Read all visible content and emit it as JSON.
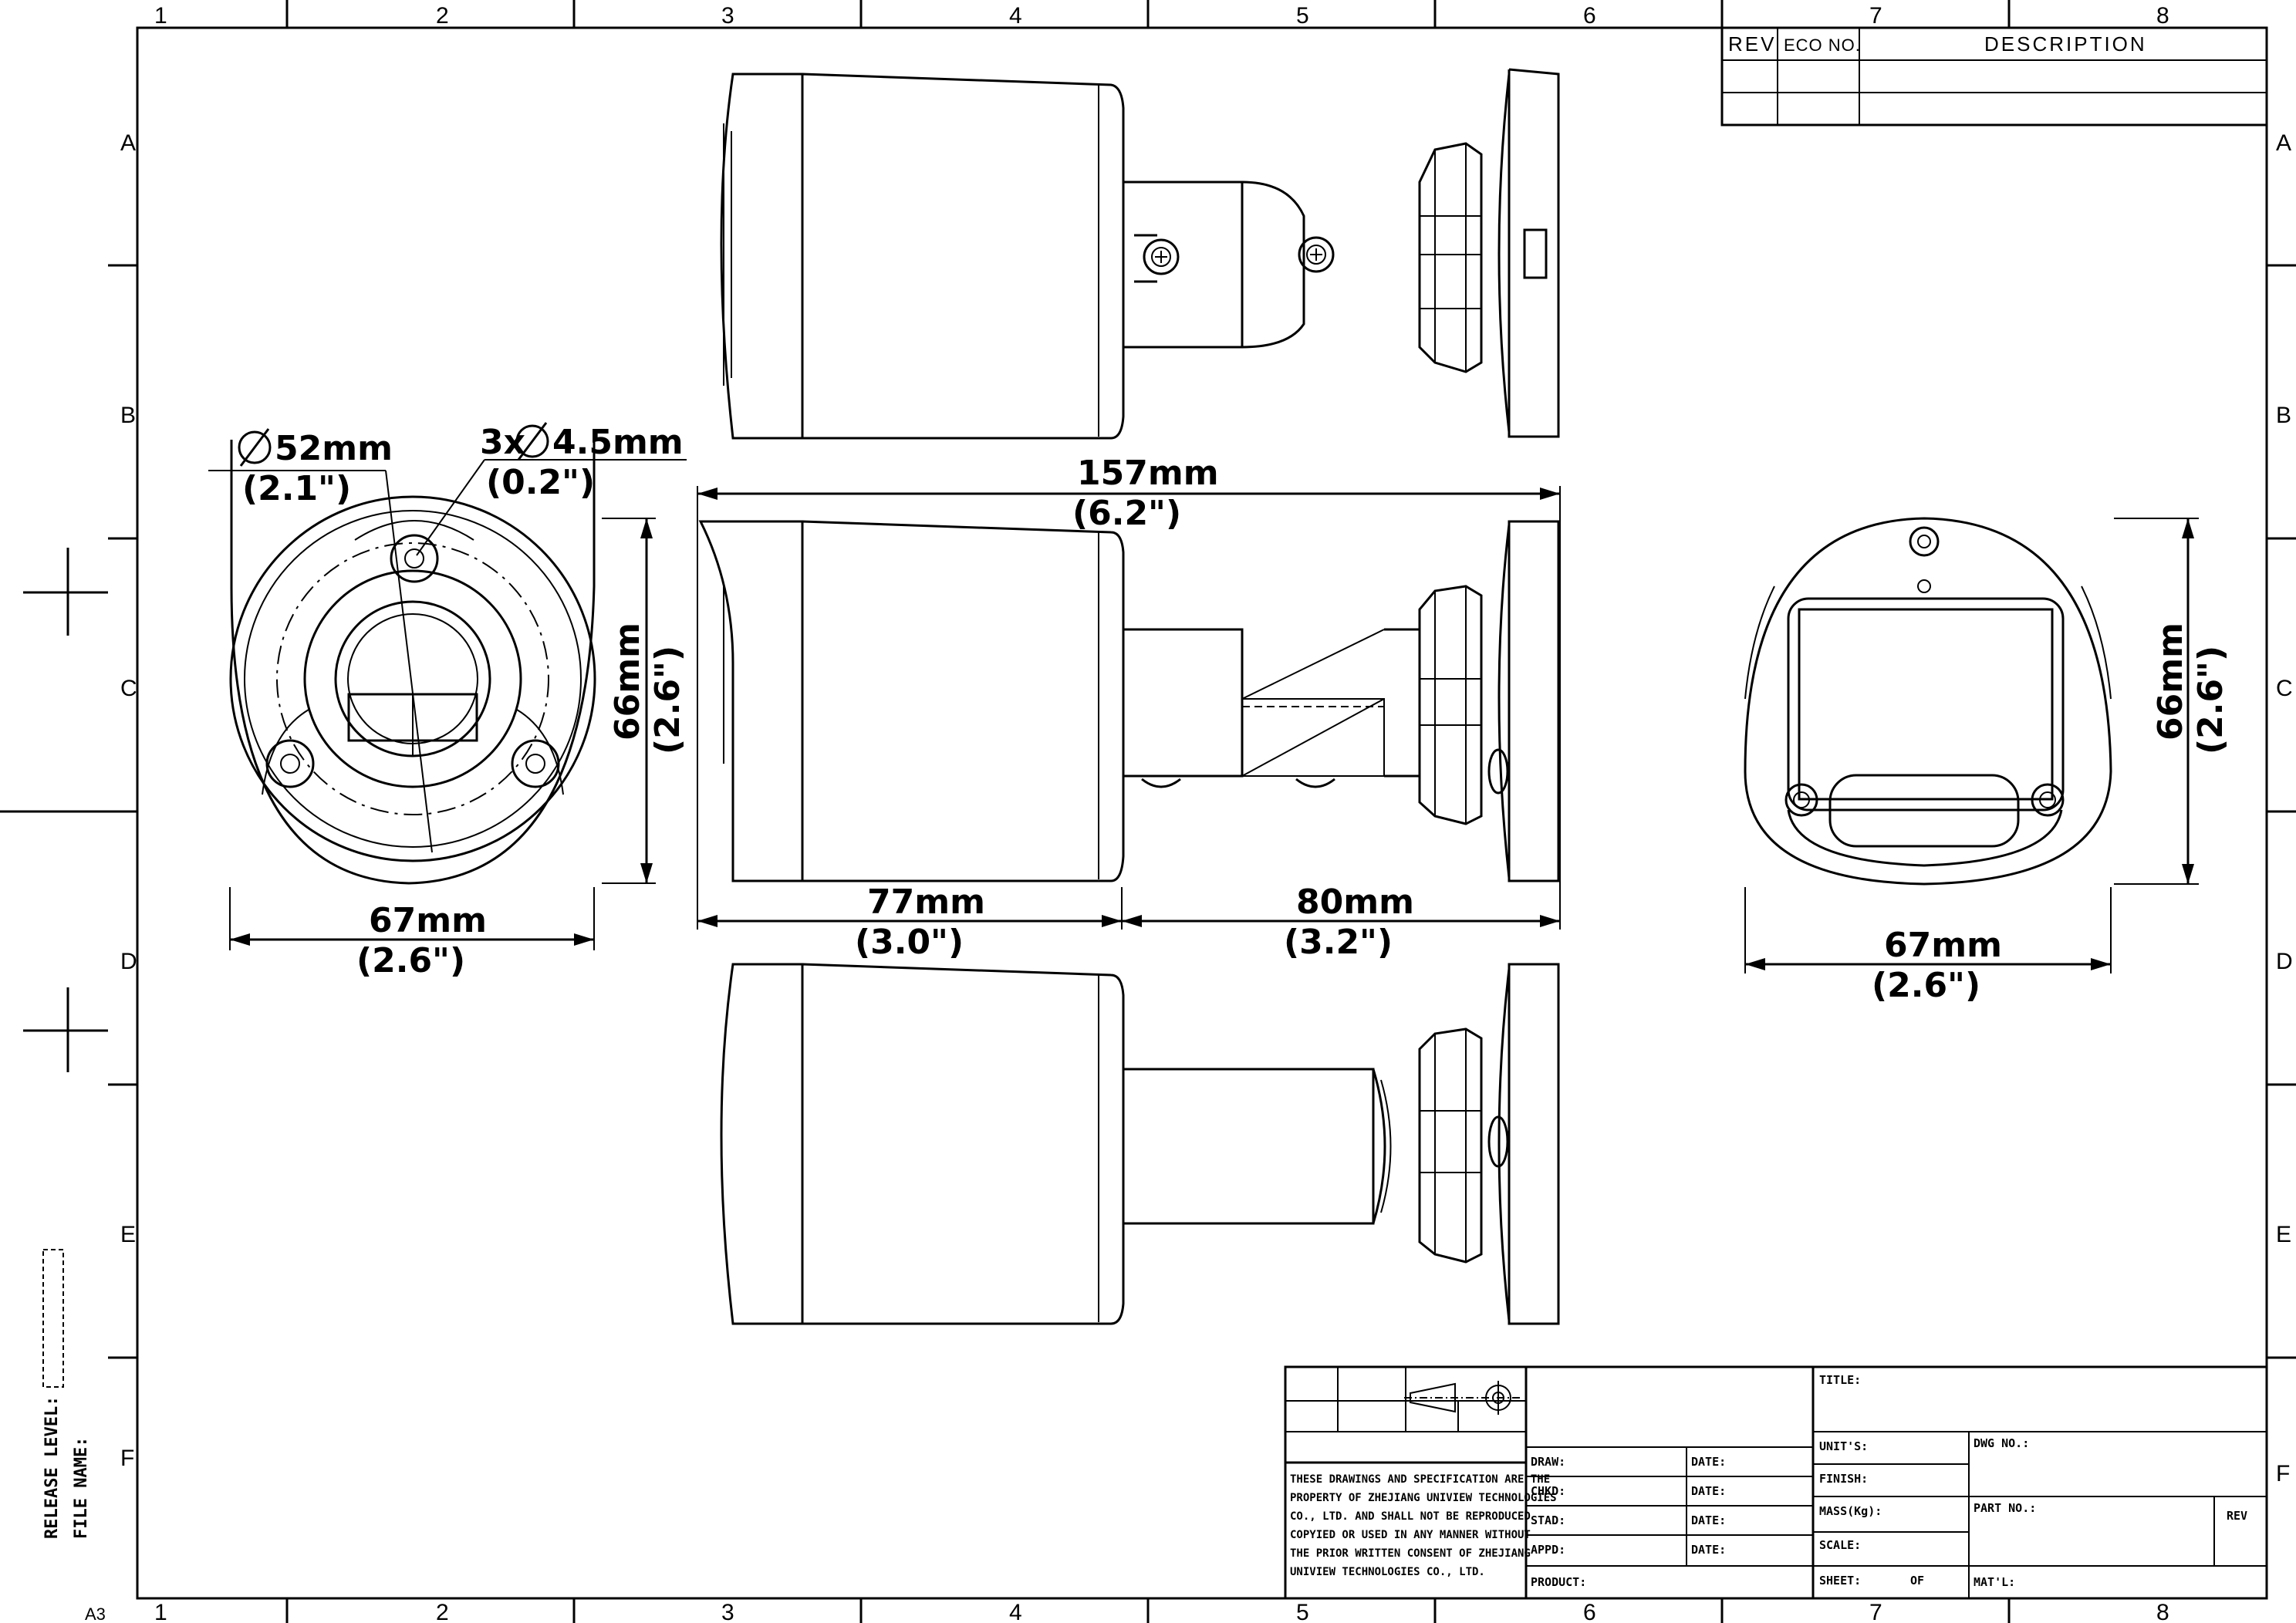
{
  "frame": {
    "columns": [
      "1",
      "2",
      "3",
      "4",
      "5",
      "6",
      "7",
      "8"
    ],
    "rows": [
      "A",
      "B",
      "C",
      "D",
      "E",
      "F"
    ],
    "sheet_size": "A3"
  },
  "revision_table": {
    "headers": [
      "REV",
      "ECO NO.",
      "DESCRIPTION"
    ]
  },
  "side_labels": {
    "release_level": "RELEASE LEVEL:",
    "file_name": "FILE NAME:"
  },
  "dimensions": {
    "mount_diameter": "52mm",
    "mount_diameter_in": "(2.1\")",
    "hole_spec": "3x",
    "hole_diameter": "4.5mm",
    "hole_in": "(0.2\")",
    "mount_width": "67mm",
    "mount_width_in": "(2.6\")",
    "mount_height": "66mm",
    "mount_height_in": "(2.6\")",
    "total_length": "157mm",
    "total_length_in": "(6.2\")",
    "body_length": "77mm",
    "body_length_in": "(3.0\")",
    "bracket_length": "80mm",
    "bracket_length_in": "(3.2\")",
    "front_width": "67mm",
    "front_width_in": "(2.6\")",
    "front_height": "66mm",
    "front_height_in": "(2.6\")"
  },
  "title_block": {
    "notice": [
      "THESE DRAWINGS AND SPECIFICATION ARE THE",
      "PROPERTY OF ZHEJIANG UNIVIEW TECHNOLOGIES",
      "CO., LTD. AND SHALL NOT BE REPRODUCED",
      "COPYIED OR USED IN ANY MANNER WITHOUT",
      "THE PRIOR WRITTEN CONSENT OF ZHEJIANG",
      "UNIVIEW TECHNOLOGIES CO., LTD."
    ],
    "draw": "DRAW:",
    "chkd": "CHKD:",
    "stad": "STAD:",
    "appd": "APPD:",
    "date": "DATE:",
    "product": "PRODUCT:",
    "title": "TITLE:",
    "units": "UNIT'S:",
    "finish": "FINISH:",
    "mass": "MASS(Kg):",
    "scale": "SCALE:",
    "sheet": "SHEET:",
    "of": "OF",
    "dwg_no": "DWG NO.:",
    "part_no": "PART NO.:",
    "rev": "REV",
    "matl": "MAT'L:"
  }
}
